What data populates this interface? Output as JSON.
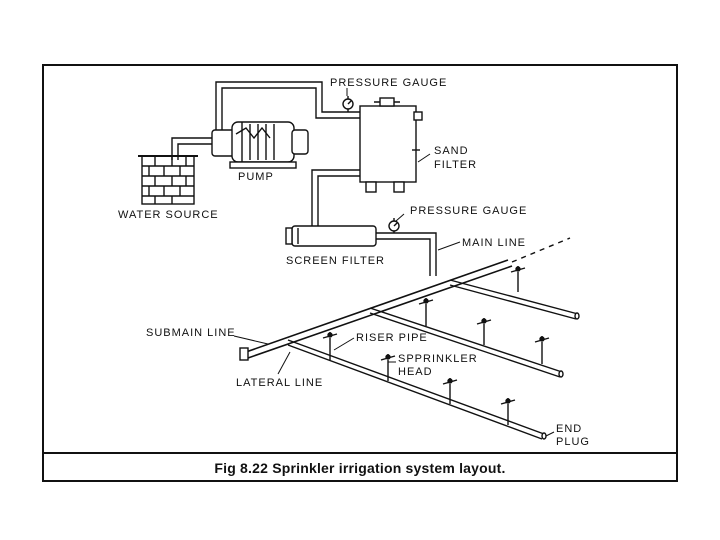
{
  "labels": {
    "pressure_gauge_top": "PRESSURE GAUGE",
    "sand_filter_1": "SAND",
    "sand_filter_2": "FILTER",
    "pump": "PUMP",
    "water_source": "WATER SOURCE",
    "pressure_gauge_mid": "PRESSURE GAUGE",
    "main_line": "MAIN LINE",
    "screen_filter": "SCREEN FILTER",
    "submain_line": "SUBMAIN LINE",
    "riser_pipe": "RISER PIPE",
    "sprinkler_head_1": "SPPRINKLER",
    "sprinkler_head_2": "HEAD",
    "lateral_line": "LATERAL LINE",
    "end_plug_1": "END",
    "end_plug_2": "PLUG"
  },
  "caption": "Fig 8.22 Sprinkler irrigation system layout."
}
